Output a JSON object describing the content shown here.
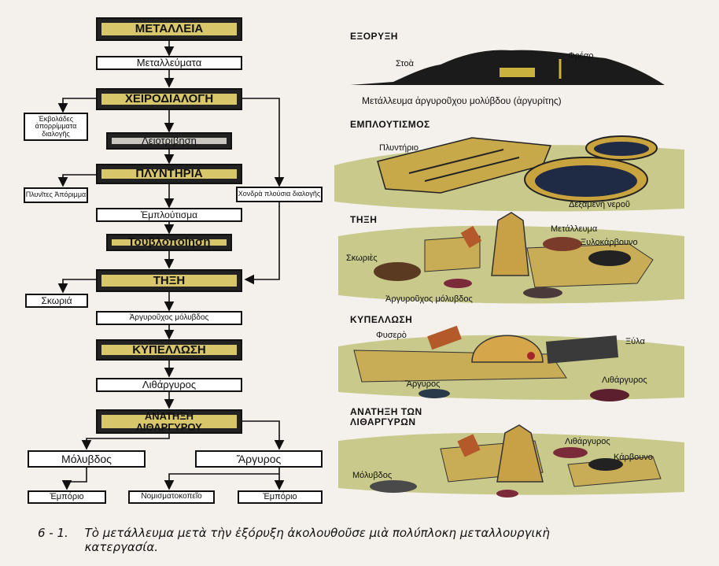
{
  "flow": {
    "metalleia": "ΜΕΤΑΛΛΕΙΑ",
    "metallevmata": "Μεταλλεύματα",
    "cheirodialogi": "ΧΕΙΡΟΔΙΑΛΟΓΗ",
    "ekvolades": "Ἐκβολάδες ἀπορρίμματα διαλογῆς",
    "leiotrivisi": "Λειοτρίβηση",
    "plyntiria": "ΠΛΥΝΤΗΡΙΑ",
    "plynites": "Πλυνῖτες Ἀπόριμμα",
    "chondra": "Χονδρὰ πλούσια διαλογῆς",
    "emploutisma": "Ἐμπλούτισμα",
    "touvlopoiisi": "Τουβλοποίηση",
    "tixi": "ΤΗΞΗ",
    "skoria": "Σκωριά",
    "argyrouchos": "Ἀργυροῦχος μόλυβδος",
    "kypellosi": "ΚΥΠΕΛΛΩΣΗ",
    "lithargyros": "Λιθάργυρος",
    "anatixi": "ΑΝΑΤΗΞΗ ΛΙΘΑΡΓΥΡΟΥ",
    "molyvdos": "Μόλυβδος",
    "argyros": "Ἄργυρος",
    "emporio1": "Ἐμπόριο",
    "nomismatokopeio": "Νομισματοκοπεῖο",
    "emporio2": "Ἐμπόριο"
  },
  "illustrations": {
    "exoryxi": {
      "title": "ΕΞΟΡΥΞΗ",
      "stoa": "Στοὰ",
      "frear": "Φρέαρ",
      "caption": "Μετάλλευμα ἀργυροῦχου μολύβδου (ἀργυρίτης)"
    },
    "emploutismos": {
      "title": "ΕΜΠΛΟΥΤΙΣΜΟΣ",
      "plyntirio": "Πλυντήριο",
      "dexameni": "Δεξαμενὴ νεροῦ"
    },
    "tixi": {
      "title": "ΤΗΞΗ",
      "metallevma": "Μετάλλευμα",
      "xylokarvouno": "Ξυλοκάρβουνο",
      "skories": "Σκωριὲς",
      "argyrouchos": "Ἀργυροῦχος μόλυβδος"
    },
    "kypellosi": {
      "title": "ΚΥΠΕΛΛΩΣΗ",
      "fysero": "Φυσερὸ",
      "xyla": "Ξύλα",
      "argyros": "Ἄργυρος",
      "lithargyros": "Λιθάργυρος"
    },
    "anatixi": {
      "title": "ΑΝΑΤΗΞΗ ΤΩΝ ΛΙΘΑΡΓΥΡΩΝ",
      "lithargyros": "Λιθάργυρος",
      "karvouno": "Κάρβουνο",
      "molyvdos": "Μόλυβδος"
    }
  },
  "caption": {
    "number": "6 - 1.",
    "text": "Τὸ μετάλλευμα μετὰ τὴν ἐξόρυξη ἀκολουθοῦσε μιὰ πολύπλοκη μεταλλουργικὴ κατεργασία."
  },
  "colors": {
    "ochre": "#d8c66a",
    "paper": "#f4f1ec",
    "grass": "#c8c98a"
  }
}
